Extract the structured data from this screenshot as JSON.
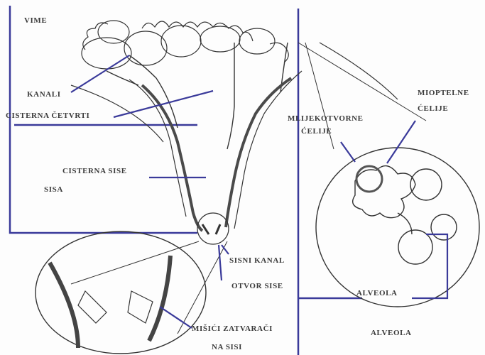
{
  "labels": {
    "vime": "VIME",
    "kanali": "KANALI",
    "cisterna_cetvrti": "CISTERNA ČETVRTI",
    "cisterna_sise": "CISTERNA SISE",
    "sisa": "SISA",
    "sisni_kanal": "SISNI KANAL",
    "otvor_sise": "OTVOR SISE",
    "misici_1": "MIŠIĆI ZATVARAČI",
    "misici_2": "NA SISI",
    "mliječ_1": "MLIJEKOTVORNE",
    "mliječ_2": "ĆELIJE",
    "mioptelne_1": "MIOPTELNE",
    "mioptelne_2": "ĆELIJE",
    "alveola_1": "ALVEOLA",
    "alveola_2": "ALVEOLA"
  },
  "colors": {
    "ink": "#2b2b2b",
    "pointer": "#3a3a9a",
    "wall": "#555555"
  }
}
